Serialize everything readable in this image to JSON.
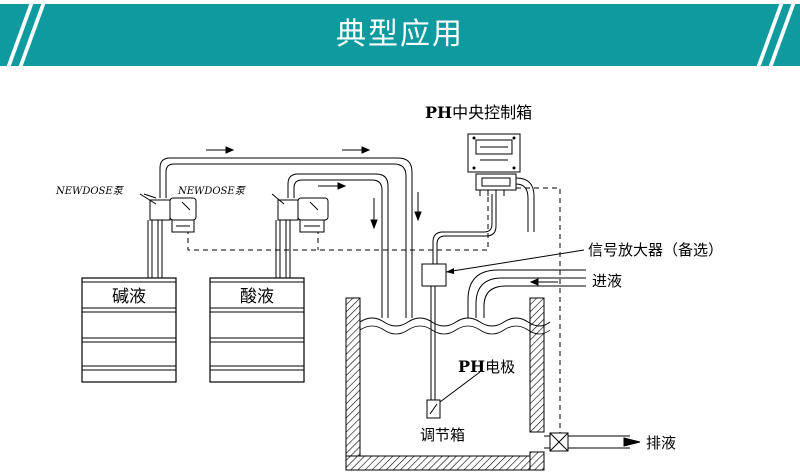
{
  "header": {
    "title": "典型应用"
  },
  "diagram": {
    "pump_label_left": "NEWDOSE泵",
    "pump_label_right": "NEWDOSE泵",
    "barrel_alkali": "碱液",
    "barrel_acid": "酸液",
    "controller_title_bold": "PH",
    "controller_title_rest": "中央控制箱",
    "amplifier_label": "信号放大器（备选）",
    "inlet_label": "进液",
    "outlet_label": "排液",
    "electrode_bold": "PH",
    "electrode_rest": "电极",
    "tank_label": "调节箱"
  }
}
